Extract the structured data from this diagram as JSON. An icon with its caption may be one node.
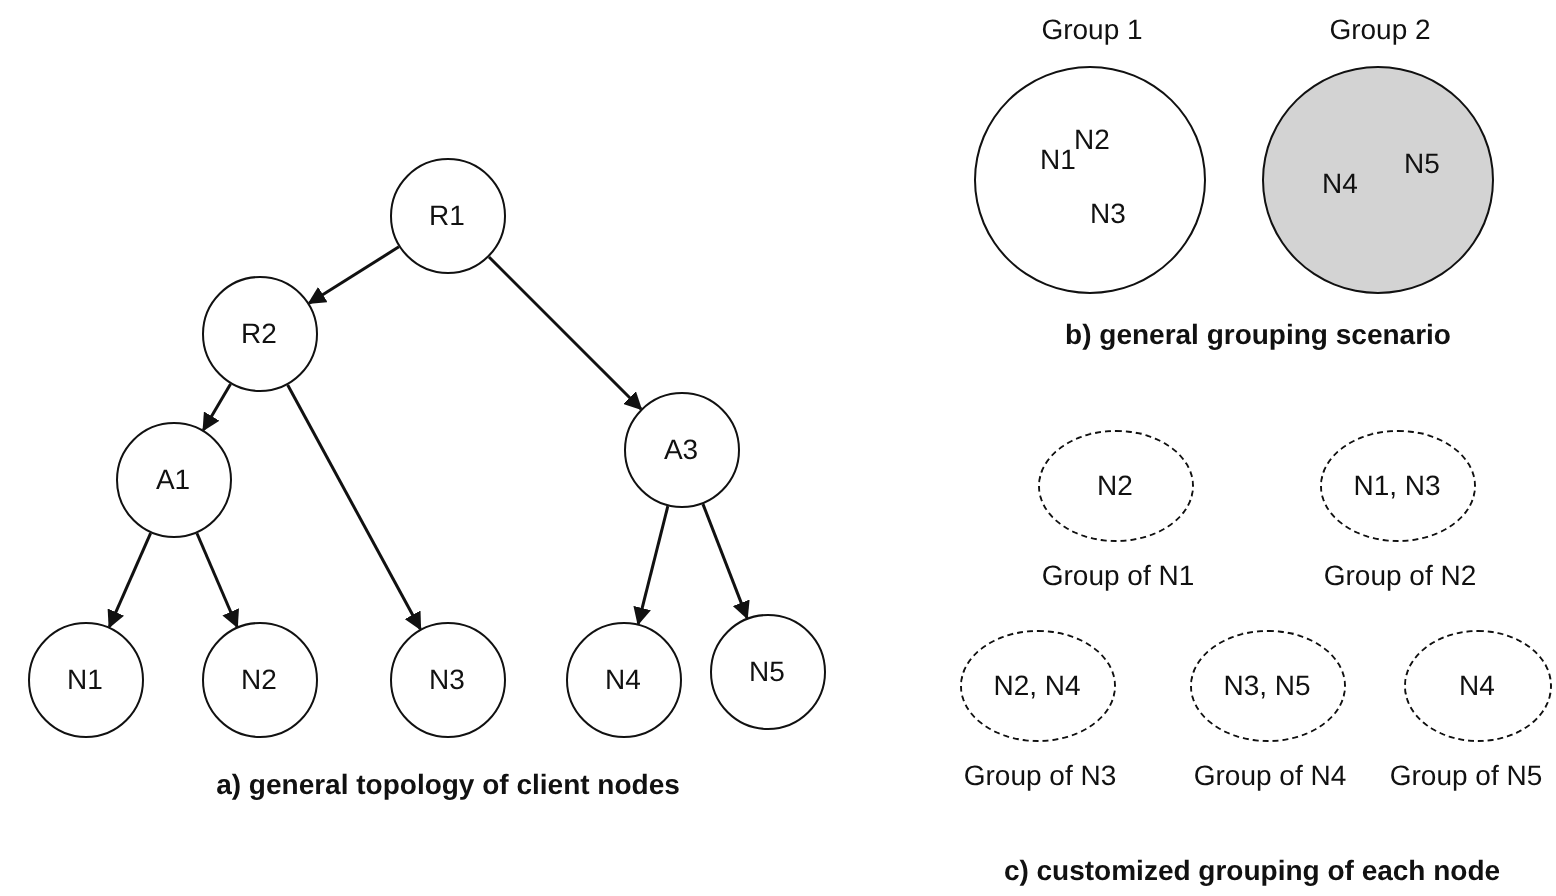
{
  "diagram": {
    "nodes": [
      {
        "text": [
          "R1"
        ]
      },
      {
        "text": [
          "R2"
        ]
      },
      {
        "text": [
          "A1"
        ]
      },
      {
        "text": [
          "A3"
        ]
      },
      {
        "text": [
          "N1"
        ]
      },
      {
        "text": [
          "N2"
        ]
      },
      {
        "text": [
          "N3"
        ]
      },
      {
        "text": [
          "N4"
        ]
      },
      {
        "text": [
          "N5"
        ]
      },
      {
        "text": [
          "Group 1",
          "N1",
          "N2",
          "N3"
        ]
      },
      {
        "text": [
          "Group 2",
          "N4",
          "N5"
        ]
      },
      {
        "text": [
          "N2"
        ],
        "beside": [
          "Group of N1"
        ]
      },
      {
        "text": [
          "N1, N3"
        ],
        "beside": [
          "Group of N2"
        ]
      },
      {
        "text": [
          "N2, N4"
        ],
        "beside": [
          "Group of N3"
        ]
      },
      {
        "text": [
          "N3, N5"
        ],
        "beside": [
          "Group of N4"
        ]
      },
      {
        "text": [
          "N4"
        ],
        "beside": [
          "Group of N5"
        ]
      }
    ],
    "edges": [
      {
        "from": 0,
        "to": 1,
        "arrow": "to"
      },
      {
        "from": 0,
        "to": 3,
        "arrow": "to"
      },
      {
        "from": 1,
        "to": 2,
        "arrow": "to"
      },
      {
        "from": 1,
        "to": 6,
        "arrow": "to"
      },
      {
        "from": 2,
        "to": 4,
        "arrow": "to"
      },
      {
        "from": 2,
        "to": 5,
        "arrow": "to"
      },
      {
        "from": 3,
        "to": 7,
        "arrow": "to"
      },
      {
        "from": 3,
        "to": 8,
        "arrow": "to"
      }
    ],
    "labels": [
      "b) general grouping scenario",
      "a) general topology of client nodes",
      "c) customized grouping of each node"
    ]
  }
}
